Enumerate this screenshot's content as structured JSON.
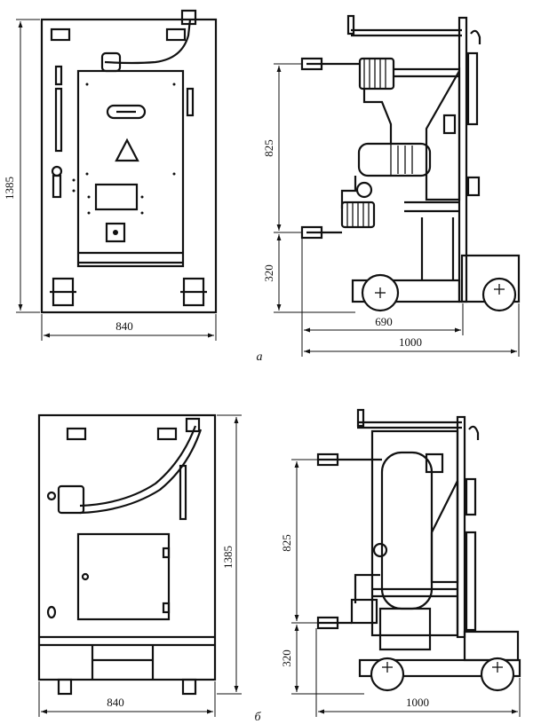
{
  "figure_a": {
    "caption": "а",
    "front_view": {
      "height_label": "1385",
      "width_label": "840"
    },
    "side_view": {
      "upper_height_label": "825",
      "lower_height_label": "320",
      "width_inner_label": "690",
      "width_total_label": "1000"
    }
  },
  "figure_b": {
    "caption": "б",
    "front_view": {
      "height_label": "1385",
      "width_label": "840"
    },
    "side_view": {
      "upper_height_label": "825",
      "lower_height_label": "320",
      "width_total_label": "1000"
    }
  }
}
